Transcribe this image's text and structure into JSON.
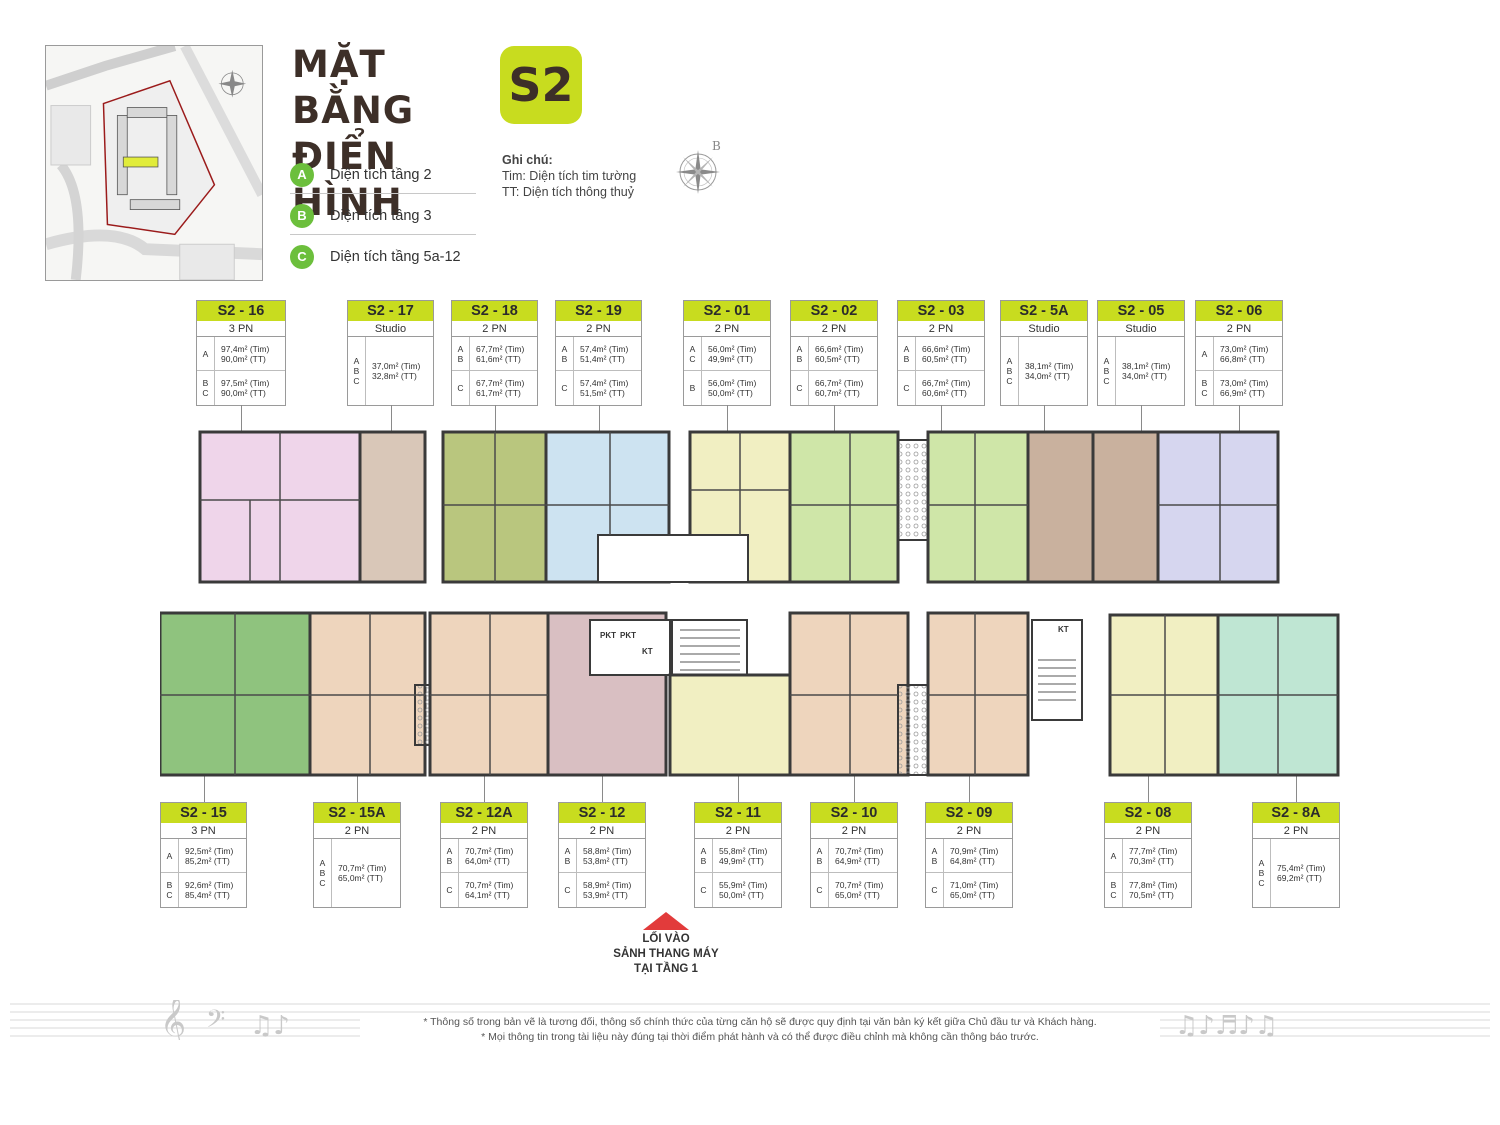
{
  "title": {
    "line1": "MẶT BẰNG",
    "line2": "ĐIỂN HÌNH",
    "badge": "S2"
  },
  "legend": [
    {
      "letter": "A",
      "text": "Diện tích tầng 2"
    },
    {
      "letter": "B",
      "text": "Diện tích tầng 3"
    },
    {
      "letter": "C",
      "text": "Diện tích tầng 5a-12"
    }
  ],
  "notes": {
    "title": "Ghi chú:",
    "line1": "Tim: Diện tích tim tường",
    "line2": "TT: Diện tích thông thuỷ"
  },
  "compass_label": "B",
  "colors": {
    "accent": "#c8dc1f",
    "legend_dot": "#6cbf3c",
    "entrance_arrow": "#e23b3b",
    "units": {
      "S2-16": "#efd5ea",
      "S2-17": "#d9c7b8",
      "S2-18": "#b9c67e",
      "S2-19": "#cde3f1",
      "S2-01": "#f1efc2",
      "S2-02": "#cfe6a8",
      "S2-03": "#cfe6a8",
      "S2-5A": "#c9b19e",
      "S2-05": "#c9b19e",
      "S2-06": "#d6d6ef",
      "S2-15": "#8fc37e",
      "S2-15A": "#eed5bd",
      "S2-12A": "#eed5bd",
      "S2-12": "#d9bfc2",
      "S2-11": "#f1efc2",
      "S2-10": "#eed5bd",
      "S2-09": "#eed5bd",
      "S2-08": "#f1efc2",
      "S2-8A": "#bfe6d3"
    }
  },
  "top_units": [
    {
      "name": "S2 - 16",
      "type": "3 PN",
      "rows": [
        {
          "floors": "A",
          "area": "97,4m² (Tim)\n90,0m² (TT)"
        },
        {
          "floors": "B\nC",
          "area": "97,5m² (Tim)\n90,0m² (TT)"
        }
      ]
    },
    {
      "name": "S2 - 17",
      "type": "Studio",
      "rows": [
        {
          "floors": "A\nB\nC",
          "area": "37,0m² (Tim)\n32,8m² (TT)"
        }
      ]
    },
    {
      "name": "S2 - 18",
      "type": "2 PN",
      "rows": [
        {
          "floors": "A\nB",
          "area": "67,7m² (Tim)\n61,6m² (TT)"
        },
        {
          "floors": "C",
          "area": "67,7m² (Tim)\n61,7m² (TT)"
        }
      ]
    },
    {
      "name": "S2 - 19",
      "type": "2 PN",
      "rows": [
        {
          "floors": "A\nB",
          "area": "57,4m² (Tim)\n51,4m² (TT)"
        },
        {
          "floors": "C",
          "area": "57,4m² (Tim)\n51,5m² (TT)"
        }
      ]
    },
    {
      "name": "S2 - 01",
      "type": "2 PN",
      "rows": [
        {
          "floors": "A\nC",
          "area": "56,0m² (Tim)\n49,9m² (TT)"
        },
        {
          "floors": "B",
          "area": "56,0m² (Tim)\n50,0m² (TT)"
        }
      ]
    },
    {
      "name": "S2 - 02",
      "type": "2 PN",
      "rows": [
        {
          "floors": "A\nB",
          "area": "66,6m² (Tim)\n60,5m² (TT)"
        },
        {
          "floors": "C",
          "area": "66,7m² (Tim)\n60,7m² (TT)"
        }
      ]
    },
    {
      "name": "S2 - 03",
      "type": "2 PN",
      "rows": [
        {
          "floors": "A\nB",
          "area": "66,6m² (Tim)\n60,5m² (TT)"
        },
        {
          "floors": "C",
          "area": "66,7m² (Tim)\n60,6m² (TT)"
        }
      ]
    },
    {
      "name": "S2 - 5A",
      "type": "Studio",
      "rows": [
        {
          "floors": "A\nB\nC",
          "area": "38,1m² (Tim)\n34,0m² (TT)"
        }
      ]
    },
    {
      "name": "S2 - 05",
      "type": "Studio",
      "rows": [
        {
          "floors": "A\nB\nC",
          "area": "38,1m² (Tim)\n34,0m² (TT)"
        }
      ]
    },
    {
      "name": "S2 - 06",
      "type": "2 PN",
      "rows": [
        {
          "floors": "A",
          "area": "73,0m² (Tim)\n66,8m² (TT)"
        },
        {
          "floors": "B\nC",
          "area": "73,0m² (Tim)\n66,9m² (TT)"
        }
      ]
    }
  ],
  "bottom_units": [
    {
      "name": "S2 - 15",
      "type": "3 PN",
      "rows": [
        {
          "floors": "A",
          "area": "92,5m² (Tim)\n85,2m² (TT)"
        },
        {
          "floors": "B\nC",
          "area": "92,6m² (Tim)\n85,4m² (TT)"
        }
      ]
    },
    {
      "name": "S2 - 15A",
      "type": "2 PN",
      "rows": [
        {
          "floors": "A\nB\nC",
          "area": "70,7m² (Tim)\n65,0m² (TT)"
        }
      ]
    },
    {
      "name": "S2 - 12A",
      "type": "2 PN",
      "rows": [
        {
          "floors": "A\nB",
          "area": "70,7m² (Tim)\n64,0m² (TT)"
        },
        {
          "floors": "C",
          "area": "70,7m² (Tim)\n64,1m² (TT)"
        }
      ]
    },
    {
      "name": "S2 - 12",
      "type": "2 PN",
      "rows": [
        {
          "floors": "A\nB",
          "area": "58,8m² (Tim)\n53,8m² (TT)"
        },
        {
          "floors": "C",
          "area": "58,9m² (Tim)\n53,9m² (TT)"
        }
      ]
    },
    {
      "name": "S2 - 11",
      "type": "2 PN",
      "rows": [
        {
          "floors": "A\nB",
          "area": "55,8m² (Tim)\n49,9m² (TT)"
        },
        {
          "floors": "C",
          "area": "55,9m² (Tim)\n50,0m² (TT)"
        }
      ]
    },
    {
      "name": "S2 - 10",
      "type": "2 PN",
      "rows": [
        {
          "floors": "A\nB",
          "area": "70,7m² (Tim)\n64,9m² (TT)"
        },
        {
          "floors": "C",
          "area": "70,7m² (Tim)\n65,0m² (TT)"
        }
      ]
    },
    {
      "name": "S2 - 09",
      "type": "2 PN",
      "rows": [
        {
          "floors": "A\nB",
          "area": "70,9m² (Tim)\n64,8m² (TT)"
        },
        {
          "floors": "C",
          "area": "71,0m² (Tim)\n65,0m² (TT)"
        }
      ]
    },
    {
      "name": "S2 - 08",
      "type": "2 PN",
      "rows": [
        {
          "floors": "A",
          "area": "77,7m² (Tim)\n70,3m² (TT)"
        },
        {
          "floors": "B\nC",
          "area": "77,8m² (Tim)\n70,5m² (TT)"
        }
      ]
    },
    {
      "name": "S2 - 8A",
      "type": "2 PN",
      "rows": [
        {
          "floors": "A\nB\nC",
          "area": "75,4m² (Tim)\n69,2m² (TT)"
        }
      ]
    }
  ],
  "core_labels": [
    "PKT",
    "PKT",
    "KT",
    "KT"
  ],
  "entrance": {
    "text": "LỐI VÀO\nSẢNH THANG MÁY\nTẠI TẦNG 1"
  },
  "disclaimer": {
    "line1": "* Thông số trong bản vẽ là tương đối, thông số chính thức của từng căn hộ sẽ được quy định tại văn bản ký kết giữa Chủ đầu tư và Khách hàng.",
    "line2": "* Mọi thông tin trong tài liệu này đúng tại thời điểm phát hành và có thể được điều chỉnh mà không cần thông báo trước."
  }
}
